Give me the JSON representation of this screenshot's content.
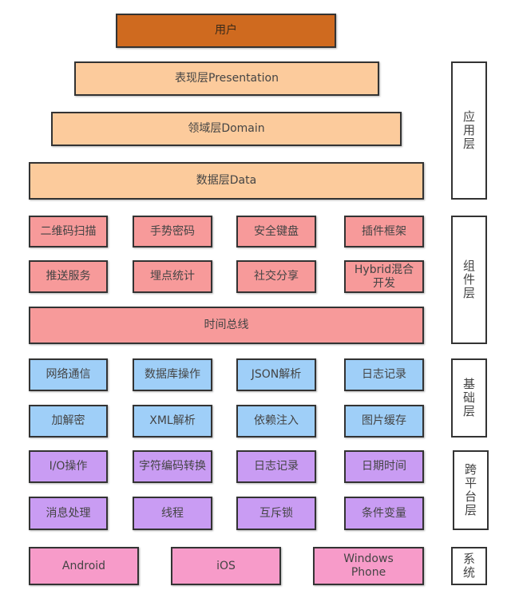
{
  "user": "用户",
  "app_layers": [
    "表现层Presentation",
    "领域层Domain",
    "数据层Data"
  ],
  "app_label": "应用层",
  "component_rows": [
    [
      "二维码扫描",
      "手势密码",
      "安全键盘",
      "插件框架"
    ],
    [
      "推送服务",
      "埋点统计",
      "社交分享",
      "Hybrid混合开发"
    ]
  ],
  "event_bus": "时间总线",
  "component_label": "组件层",
  "base_rows": [
    [
      "网络通信",
      "数据库操作",
      "JSON解析",
      "日志记录"
    ],
    [
      "加解密",
      "XML解析",
      "依赖注入",
      "图片缓存"
    ]
  ],
  "base_label": "基础层",
  "cross_rows": [
    [
      "I/O操作",
      "字符编码转换",
      "日志记录",
      "日期时间"
    ],
    [
      "消息处理",
      "线程",
      "互斥锁",
      "条件变量"
    ]
  ],
  "cross_label": "跨平台层",
  "systems": [
    "Android",
    "iOS",
    "Windows Phone"
  ],
  "system_label": "系统",
  "colors": {
    "user": "#cf6a1f",
    "app": "#fccb9c",
    "component": "#f79a9a",
    "base": "#9fcff8",
    "cross": "#c99cf3",
    "system": "#f79bc9"
  }
}
